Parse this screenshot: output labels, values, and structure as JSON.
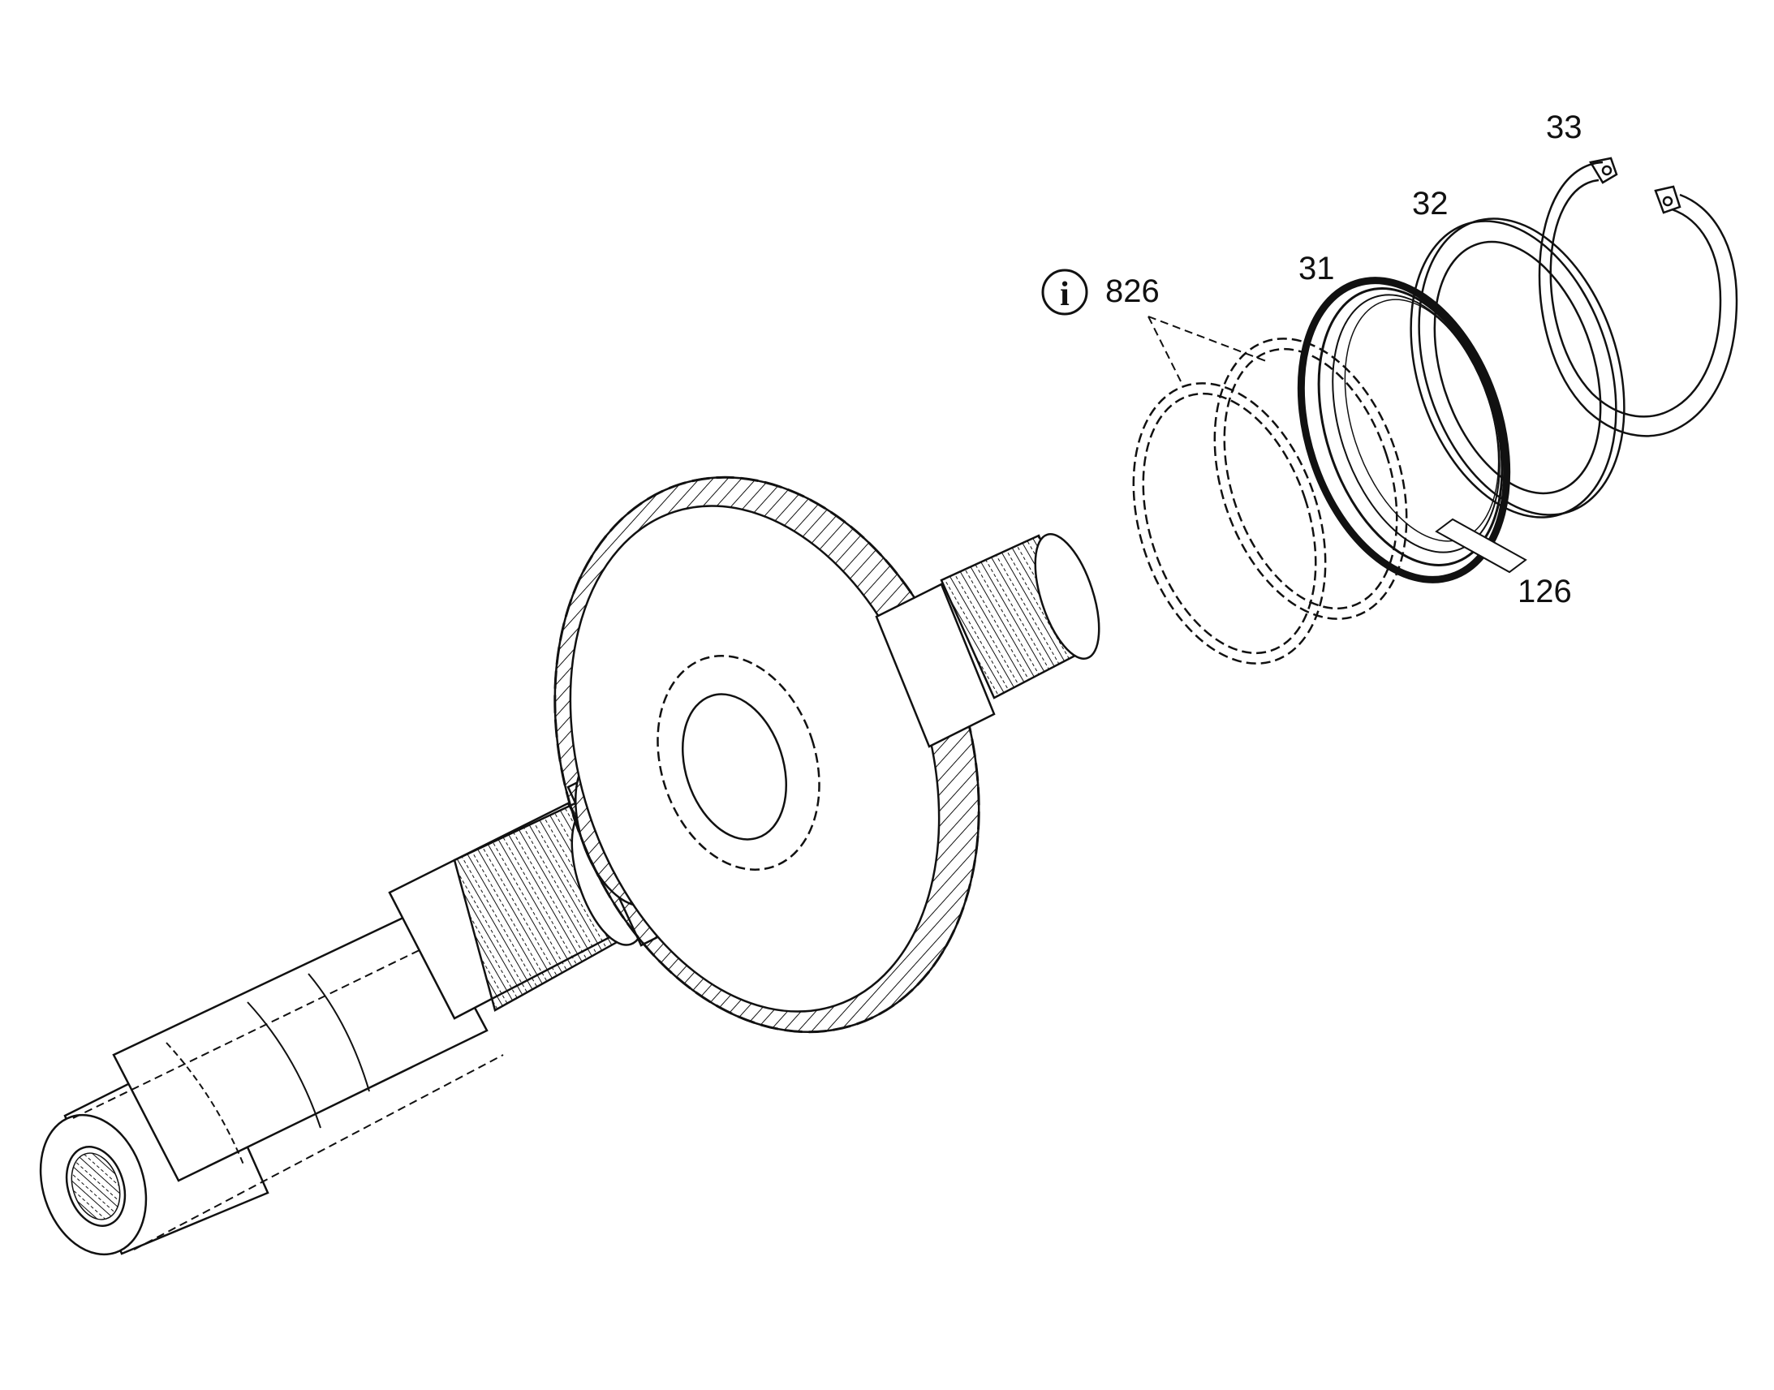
{
  "diagram": {
    "callouts": {
      "part_826": "826",
      "part_31": "31",
      "part_32": "32",
      "part_33": "33",
      "part_126": "126"
    },
    "info_symbol": "i",
    "colors": {
      "line": "#111111",
      "background": "#ffffff"
    }
  }
}
